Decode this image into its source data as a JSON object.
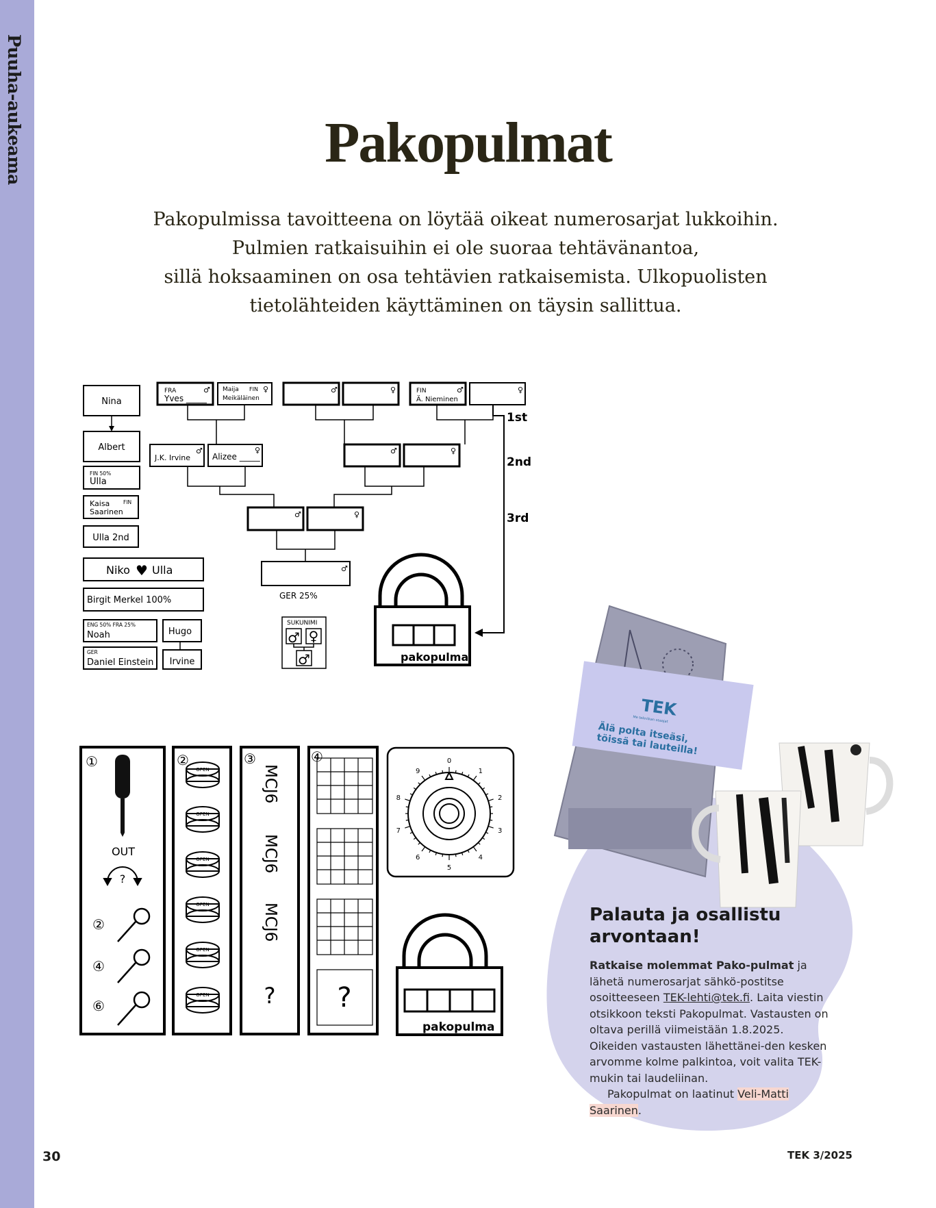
{
  "sidebar": {
    "label": "Puuha-aukeama"
  },
  "title": "Pakopulmat",
  "intro": [
    "Pakopulmissa tavoitteena on löytää oikeat numerosarjat lukkoihin.",
    "Pulmien ratkaisuihin ei ole suoraa tehtävänantoa,",
    "sillä hoksaaminen on osa tehtävien ratkaisemista. Ulkopuolisten",
    "tietolähteiden käyttäminen on täysin sallittua."
  ],
  "puzzle1": {
    "clues": {
      "nina": "Nina",
      "albert": "Albert",
      "ulla_fin_small": "FIN 50%",
      "ulla": "Ulla",
      "kaisa_line1": "Kaisa",
      "kaisa_fin": "FIN",
      "kaisa_line2": "Saarinen",
      "ulla2": "Ulla 2nd",
      "niko": "Niko",
      "heart": "♥",
      "niko_ulla": "Ulla",
      "merkel": "Birgit Merkel 100%",
      "noah_small": "ENG 50%  FRA 25%",
      "noah": "Noah",
      "hugo": "Hugo",
      "einstein_small": "GER",
      "einstein": "Daniel Einstein",
      "irvine": "Irvine"
    },
    "tree": {
      "fra": "FRA",
      "yves": "Yves _____",
      "maija": "Maija",
      "maija_fin": "FIN",
      "meikalainen": "Meikäläinen",
      "fin": "FIN",
      "nieminen": "Ä. Nieminen",
      "jk_irvine": "J.K. Irvine",
      "alizee": "Alizee _____",
      "ger": "GER  25%",
      "sukunimi": "SUKUNIMI",
      "male": "♂",
      "female": "♀"
    },
    "ranks": [
      "1st",
      "2nd",
      "3rd"
    ],
    "lock_label": "pakopulma"
  },
  "puzzle2": {
    "panel_numbers": [
      "①",
      "②",
      "③",
      "④"
    ],
    "out_label": "OUT",
    "question": "?",
    "screw_numbers": [
      "②",
      "④",
      "⑥"
    ],
    "cap_label": "OPEN",
    "mirrored_words": [
      "MCJ6",
      "MCJ6",
      "MCJ6"
    ],
    "dial_numbers": [
      "0",
      "1",
      "2",
      "3",
      "4",
      "5",
      "6",
      "7",
      "8",
      "9"
    ],
    "lock_label": "pakopulma"
  },
  "photo": {
    "band_logo": "TEK",
    "band_subtitle": "Me tekniikan osaajat",
    "band_text_line1": "Älä polta itseäsi,",
    "band_text_line2": "töissä tai lauteilla!"
  },
  "prize": {
    "title_line1": "Palauta ja osallistu",
    "title_line2": "arvontaan!",
    "lead_bold": "Ratkaise molemmat Pako-pulmat",
    "lead_rest": " ja lähetä numerosarjat sähkö-postitse osoitteeseen ",
    "email": "TEK-lehti@tek.fi",
    "body": ". Laita viestin otsikkoon teksti Pakopulmat. Vastausten on oltava perillä viimeistään 1.8.2025. Oikeiden vastausten lähettänei-den kesken arvomme kolme palkintoa, voit valita TEK-mukin tai laudeliinan.",
    "credit": "Pakopulmat on laatinut ",
    "author": "Veli-Matti Saarinen",
    "credit_end": "."
  },
  "footer": {
    "page_number": "30",
    "issue": "TEK 3/2025"
  },
  "colors": {
    "sidebar": "#a9aad8",
    "blob": "#d4d3ec",
    "highlight": "#f7d7d0",
    "band": "#c9c9ee"
  }
}
